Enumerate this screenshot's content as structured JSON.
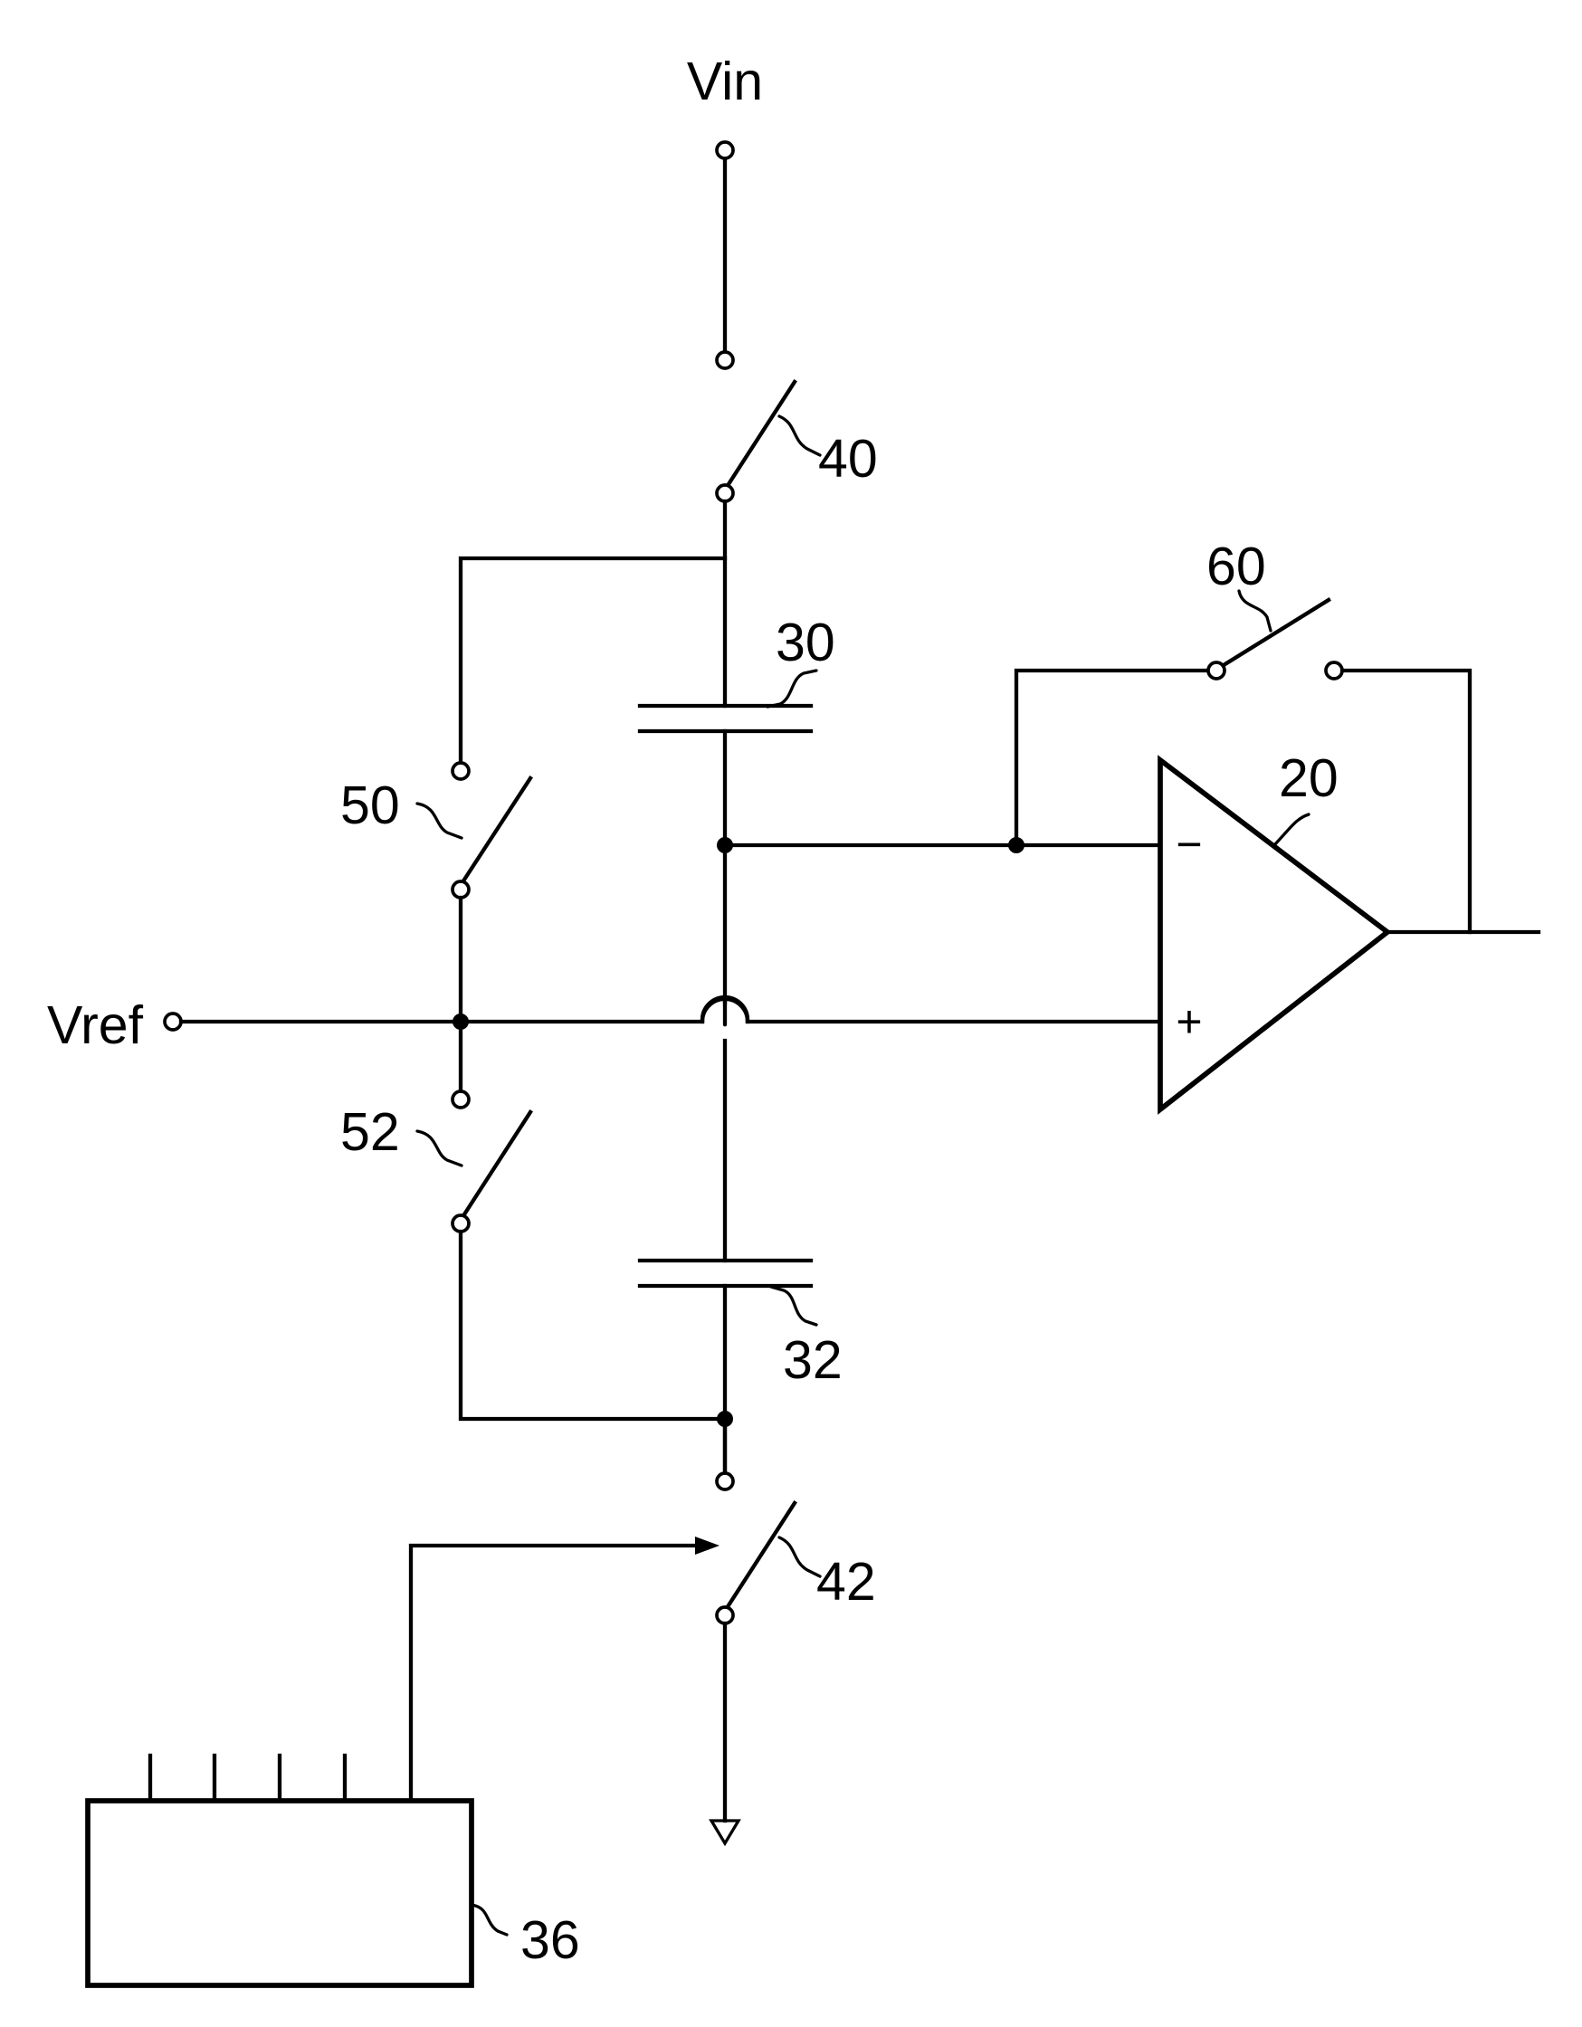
{
  "labels": {
    "vin": "Vin",
    "vref": "Vref",
    "switch_40": "40",
    "switch_42": "42",
    "switch_50": "50",
    "switch_52": "52",
    "switch_60": "60",
    "capacitor_30": "30",
    "capacitor_32": "32",
    "amplifier_20": "20",
    "block_36": "36",
    "amp_minus": "−",
    "amp_plus": "+"
  },
  "colors": {
    "line": "#000000",
    "background": "#ffffff"
  }
}
